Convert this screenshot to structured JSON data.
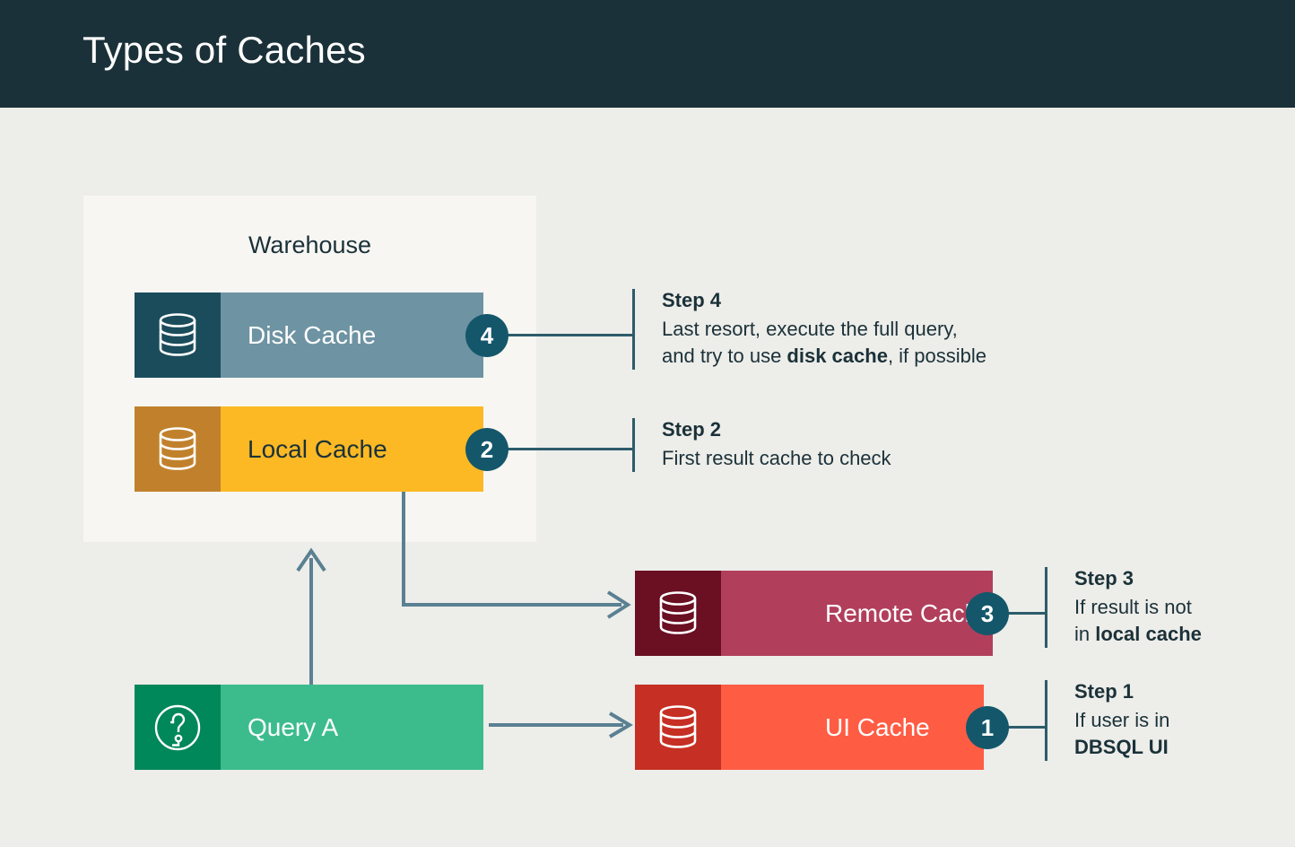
{
  "header": {
    "title": "Types of Caches"
  },
  "warehouse": {
    "label": "Warehouse"
  },
  "colors": {
    "page_background": "#EDEDE9",
    "header_background": "#1B3139",
    "panel_background": "#F7F6F2",
    "badge": "#14576B",
    "connector": "#2D5C6B",
    "arrow": "#5A8092",
    "text_dark": "#1B3139"
  },
  "nodes": [
    {
      "id": "disk-cache",
      "label": "Disk Cache",
      "icon": "database-icon",
      "icon_panel_color": "#1B4C5C",
      "body_color": "#6E93A2",
      "text_color": "#FFFFFF",
      "badge": "4"
    },
    {
      "id": "local-cache",
      "label": "Local Cache",
      "icon": "database-icon",
      "icon_panel_color": "#C1812C",
      "body_color": "#FCB924",
      "text_color": "#1B3139",
      "badge": "2"
    },
    {
      "id": "remote-cache",
      "label": "Remote Cache",
      "icon": "database-icon",
      "icon_panel_color": "#6B0F23",
      "body_color": "#B13F5C",
      "text_color": "#FFFFFF",
      "badge": "3"
    },
    {
      "id": "ui-cache",
      "label": "UI Cache",
      "icon": "database-icon",
      "icon_panel_color": "#C62F23",
      "body_color": "#FF5C44",
      "text_color": "#FFFFFF",
      "badge": "1"
    },
    {
      "id": "query-a",
      "label": "Query A",
      "icon": "query-question-icon",
      "icon_panel_color": "#00875A",
      "body_color": "#3CBC8D",
      "text_color": "#FFFFFF",
      "badge": ""
    }
  ],
  "steps": [
    {
      "id": "step-4",
      "title": "Step 4",
      "line1_pre": "Last resort, execute the full query,",
      "line2_pre": "and try to use ",
      "line2_bold": "disk cache",
      "line2_post": ", if possible"
    },
    {
      "id": "step-2",
      "title": "Step 2",
      "line1_pre": "First result cache to check",
      "line2_pre": "",
      "line2_bold": "",
      "line2_post": ""
    },
    {
      "id": "step-3",
      "title": "Step 3",
      "line1_pre": "If result is not",
      "line2_pre": "in ",
      "line2_bold": "local cache",
      "line2_post": ""
    },
    {
      "id": "step-1",
      "title": "Step 1",
      "line1_pre": "If user is in",
      "line2_pre": "",
      "line2_bold": "DBSQL UI",
      "line2_post": ""
    }
  ]
}
